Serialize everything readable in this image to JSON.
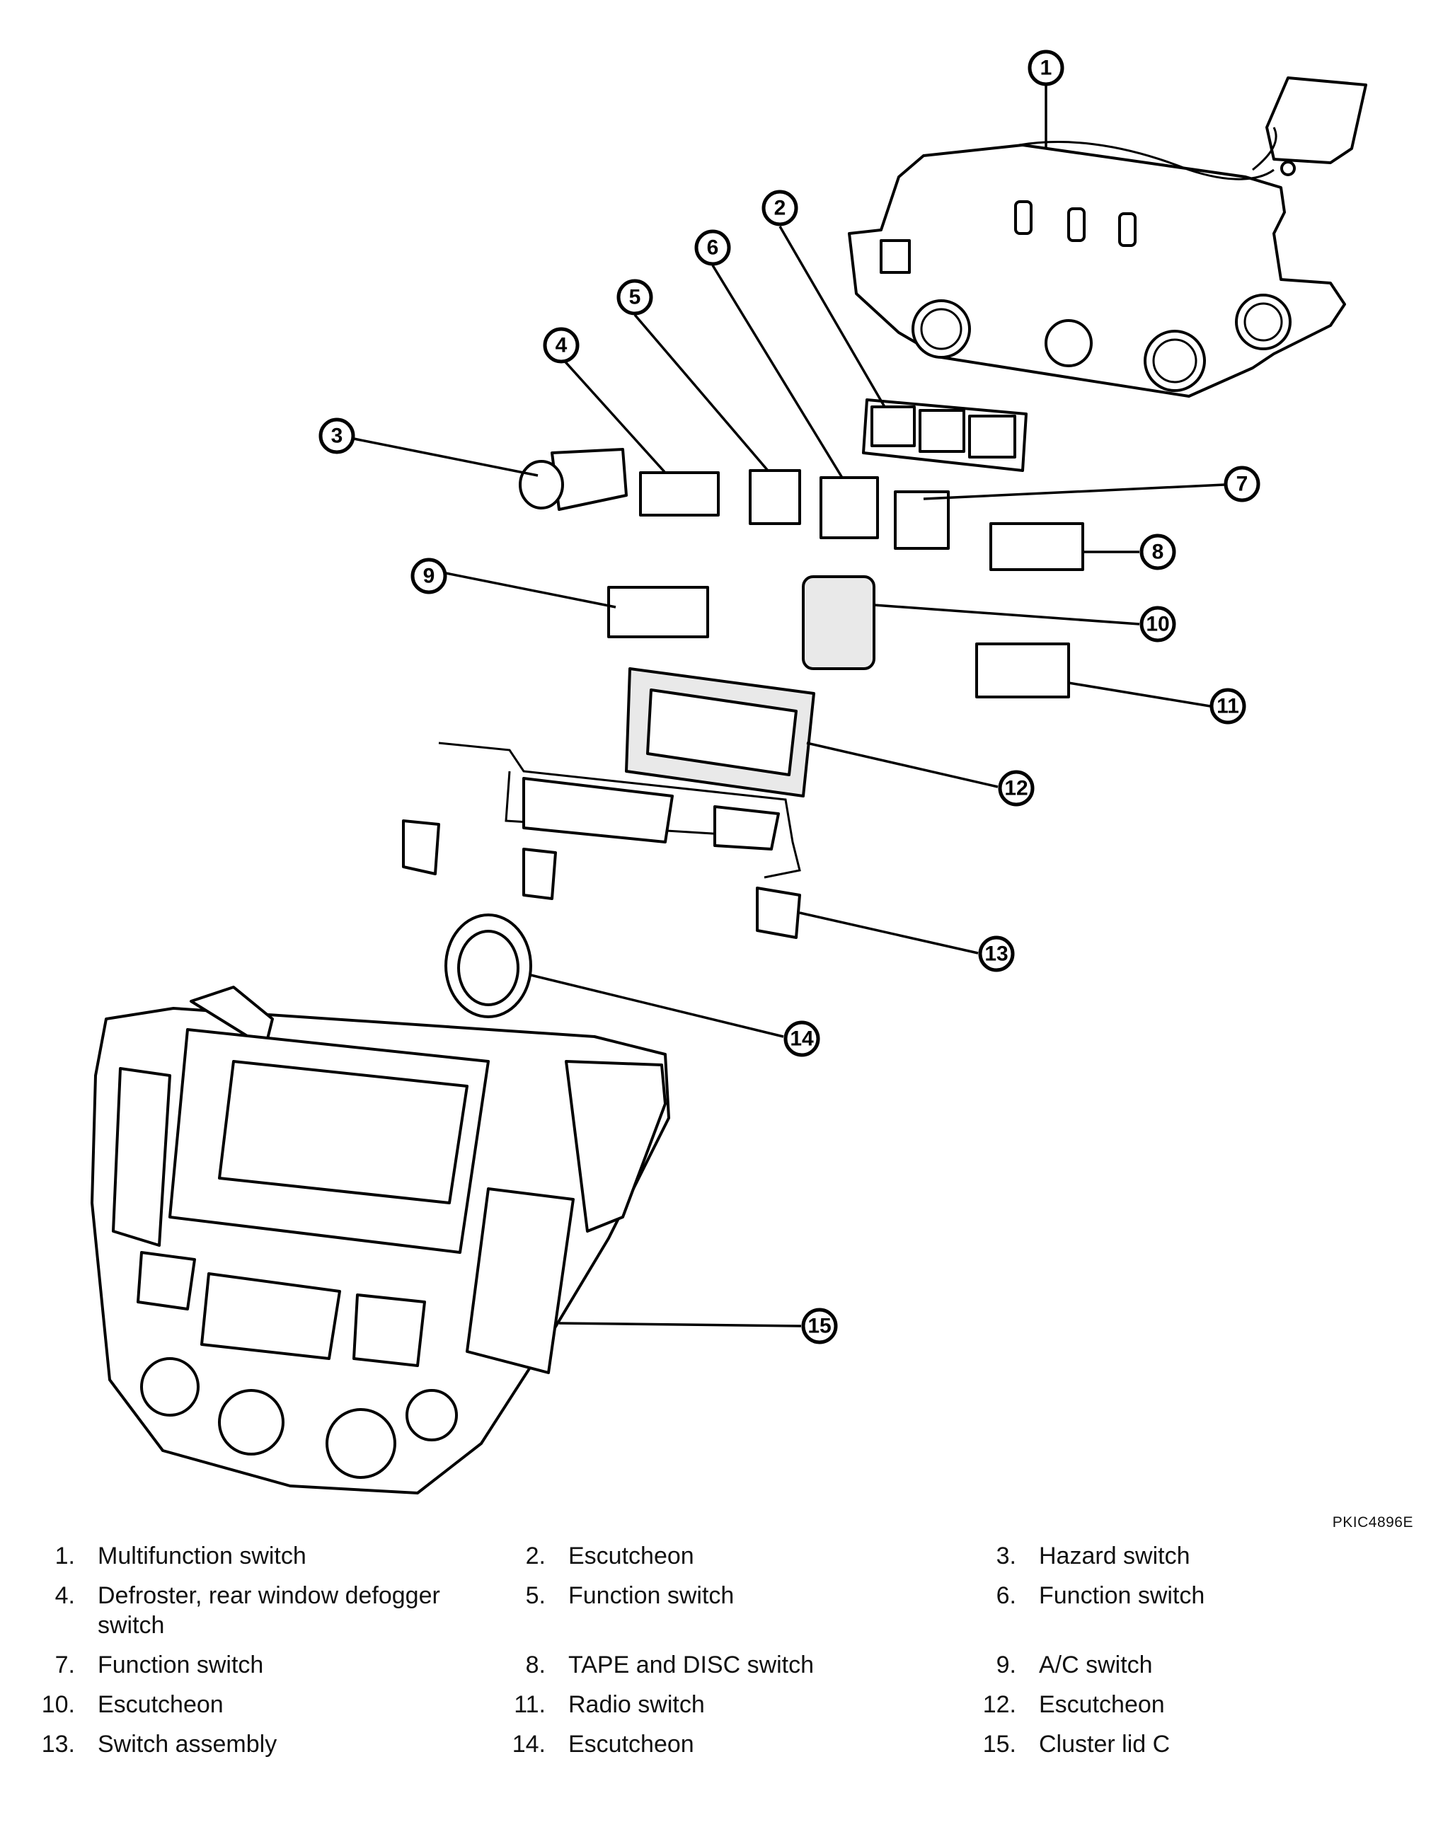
{
  "figure_code": "PKIC4896E",
  "callouts": [
    "1",
    "2",
    "3",
    "4",
    "5",
    "6",
    "7",
    "8",
    "9",
    "10",
    "11",
    "12",
    "13",
    "14",
    "15"
  ],
  "legend": [
    {
      "num": "1.",
      "label": "Multifunction switch"
    },
    {
      "num": "2.",
      "label": "Escutcheon"
    },
    {
      "num": "3.",
      "label": "Hazard switch"
    },
    {
      "num": "4.",
      "label": "Defroster, rear window defogger switch"
    },
    {
      "num": "5.",
      "label": "Function switch"
    },
    {
      "num": "6.",
      "label": "Function switch"
    },
    {
      "num": "7.",
      "label": "Function switch"
    },
    {
      "num": "8.",
      "label": "TAPE and DISC switch"
    },
    {
      "num": "9.",
      "label": "A/C switch"
    },
    {
      "num": "10.",
      "label": "Escutcheon"
    },
    {
      "num": "11.",
      "label": "Radio switch"
    },
    {
      "num": "12.",
      "label": "Escutcheon"
    },
    {
      "num": "13.",
      "label": "Switch assembly"
    },
    {
      "num": "14.",
      "label": "Escutcheon"
    },
    {
      "num": "15.",
      "label": "Cluster lid C"
    }
  ]
}
